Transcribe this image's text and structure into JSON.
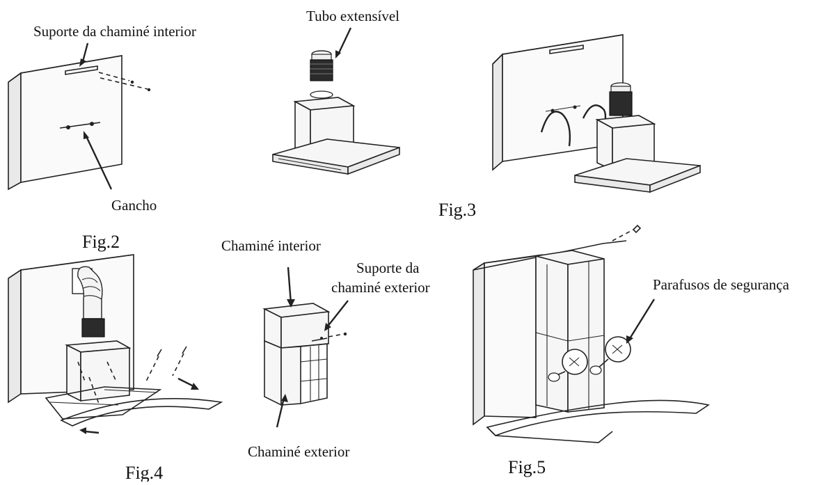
{
  "labels": {
    "suporte_chamine_interior": "Suporte da chaminé interior",
    "gancho": "Gancho",
    "tubo_extensivel": "Tubo extensível",
    "chamine_interior": "Chaminé interior",
    "suporte_chamine_exterior_1": "Suporte da",
    "suporte_chamine_exterior_2": "chaminé exterior",
    "chamine_exterior": "Chaminé exterior",
    "parafusos_de_seguranca": "Parafusos de segurança"
  },
  "figures": {
    "fig2": "Fig.2",
    "fig3": "Fig.3",
    "fig4": "Fig.4",
    "fig5": "Fig.5"
  }
}
